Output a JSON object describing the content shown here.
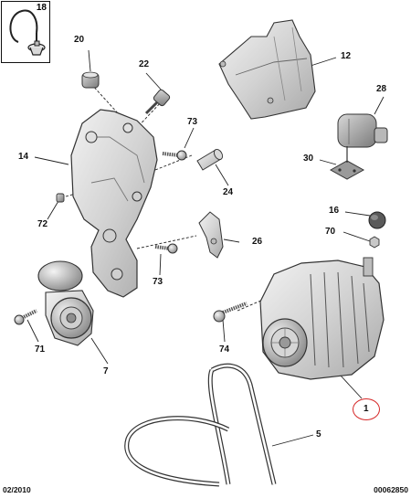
{
  "diagram": {
    "inset_part": "18",
    "callouts": {
      "p20": "20",
      "p22": "22",
      "p12": "12",
      "p28": "28",
      "p73a": "73",
      "p14": "14",
      "p30": "30",
      "p24": "24",
      "p72": "72",
      "p16": "16",
      "p70": "70",
      "p26": "26",
      "p73b": "73",
      "p71": "71",
      "p74": "74",
      "p7": "7",
      "p1": "1",
      "p5": "5"
    },
    "footer_date": "02/2010",
    "footer_ref": "00062850",
    "highlight_color": "#d62828"
  }
}
